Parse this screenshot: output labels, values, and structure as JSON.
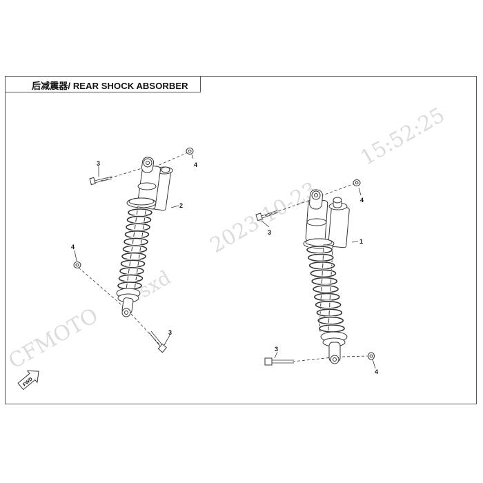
{
  "title": "后减震器/ REAR SHOCK ABSORBER",
  "watermark": {
    "brand": "CFMOTO",
    "user": "sxd",
    "date": "2023-10-23",
    "time": "15:52:25"
  },
  "fwd_label": "FWD",
  "callouts": {
    "left_shock": "2",
    "left_top_bolt": "3",
    "left_top_nut": "4",
    "left_bottom_nut": "4",
    "left_bottom_bolt": "3",
    "right_shock": "1",
    "right_top_bolt": "3",
    "right_top_nut": "4",
    "right_bottom_bolt": "3",
    "right_bottom_nut": "4"
  },
  "colors": {
    "line": "#333333",
    "frame": "#555555",
    "watermark": "#dcdcdc"
  }
}
